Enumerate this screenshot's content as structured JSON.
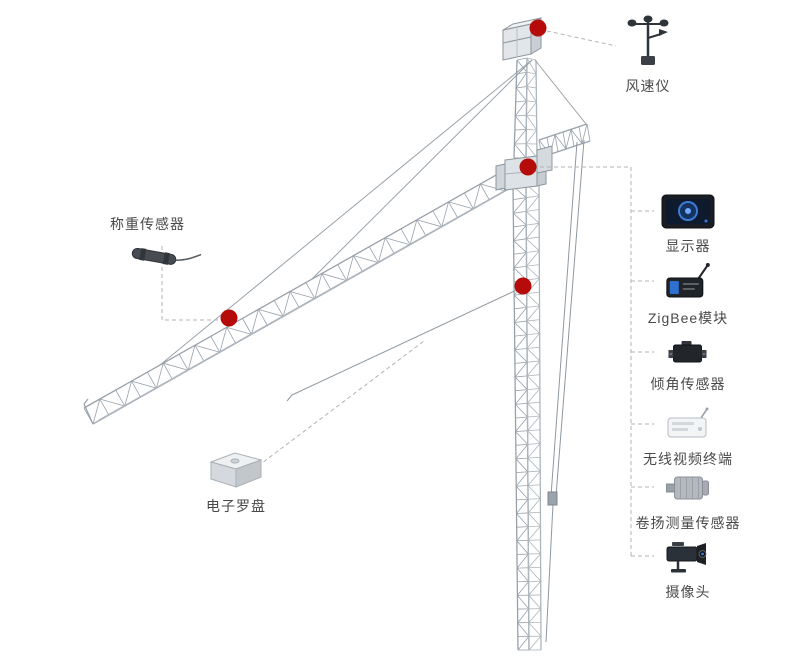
{
  "diagram": {
    "callouts": {
      "anemometer": {
        "label": "风速仪"
      },
      "load_sensor": {
        "label": "称重传感器"
      },
      "compass": {
        "label": "电子罗盘"
      },
      "display": {
        "label": "显示器"
      },
      "zigbee": {
        "label": "ZigBee模块"
      },
      "tilt_sensor": {
        "label": "倾角传感器"
      },
      "video_terminal": {
        "label": "无线视频终端"
      },
      "hoist_sensor": {
        "label": "卷扬测量传感器"
      },
      "camera": {
        "label": "摄像头"
      }
    },
    "colors": {
      "marker": "#b50b0b",
      "crane_line": "#98a1aa",
      "crane_line_light": "#adb5bd",
      "connector": "#b3b3b3",
      "text": "#4a4a4a",
      "background": "#ffffff"
    }
  }
}
